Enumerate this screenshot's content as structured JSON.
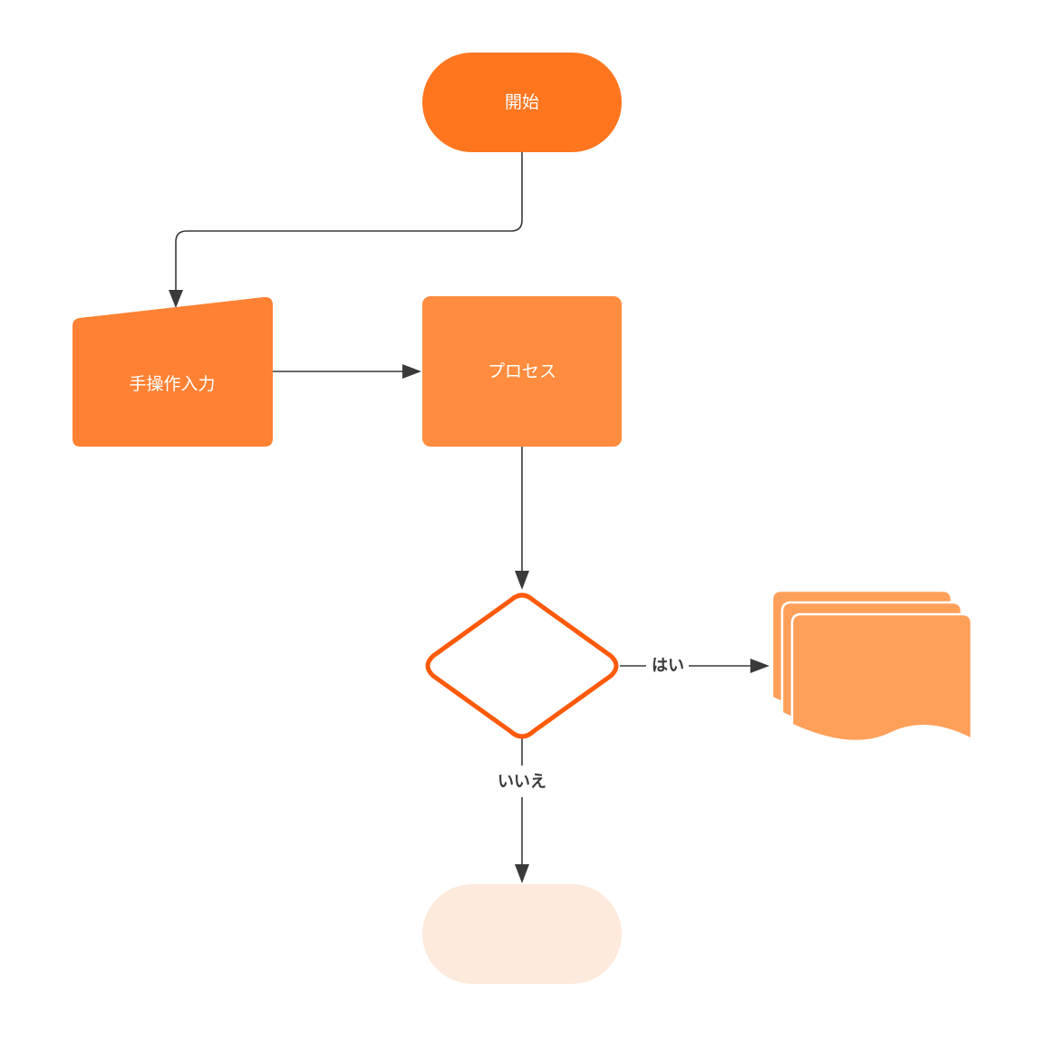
{
  "diagram": {
    "nodes": {
      "start": {
        "label": "開始",
        "shape": "terminator",
        "fill": "#FF761F"
      },
      "manual_input": {
        "label": "手操作入力",
        "shape": "manual-input",
        "fill": "#FF8133"
      },
      "process": {
        "label": "プロセス",
        "shape": "process",
        "fill": "#FF8C3F"
      },
      "decision": {
        "label": "",
        "shape": "decision",
        "fill": "#FFFFFF",
        "stroke": "#FF5A0A"
      },
      "documents": {
        "label": "",
        "shape": "multi-document",
        "fill": "#FFA05A"
      },
      "end": {
        "label": "",
        "shape": "terminator",
        "fill": "#FDEADC"
      }
    },
    "edges": {
      "start_to_input": {
        "label": ""
      },
      "input_to_process": {
        "label": ""
      },
      "process_to_decision": {
        "label": ""
      },
      "decision_yes": {
        "label": "はい"
      },
      "decision_no": {
        "label": "いいえ"
      }
    },
    "colors": {
      "line": "#3A3A3A"
    }
  }
}
